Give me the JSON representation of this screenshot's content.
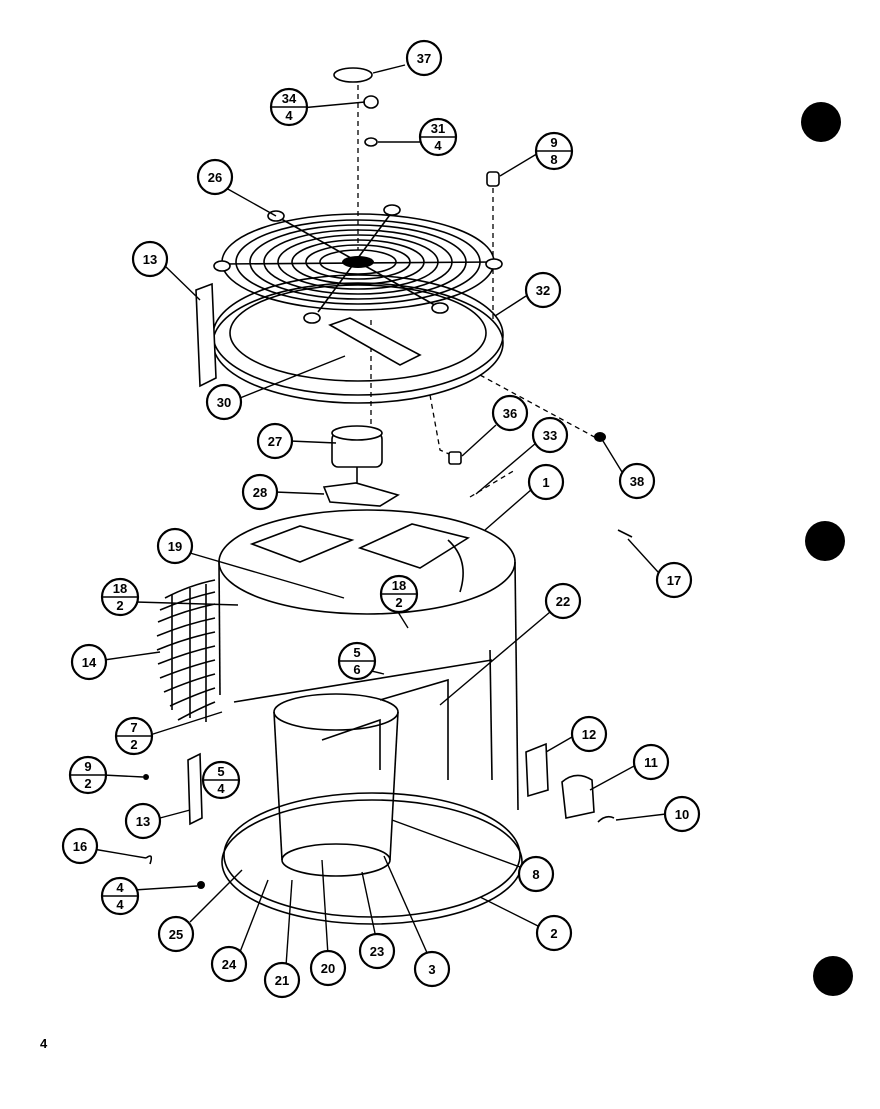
{
  "page_number": "4",
  "callouts": {
    "c37": "37",
    "c34": {
      "top": "34",
      "bottom": "4"
    },
    "c31": {
      "top": "31",
      "bottom": "4"
    },
    "c9_8": {
      "top": "9",
      "bottom": "8"
    },
    "c26": "26",
    "c13a": "13",
    "c32": "32",
    "c30": "30",
    "c36": "36",
    "c33": "33",
    "c38": "38",
    "c27": "27",
    "c28": "28",
    "c1": "1",
    "c19": "19",
    "c18a": {
      "top": "18",
      "bottom": "2"
    },
    "c18b": {
      "top": "18",
      "bottom": "2"
    },
    "c17": "17",
    "c22": "22",
    "c14": "14",
    "c5_6": {
      "top": "5",
      "bottom": "6"
    },
    "c7_2": {
      "top": "7",
      "bottom": "2"
    },
    "c12": "12",
    "c11": "11",
    "c10": "10",
    "c9_2": {
      "top": "9",
      "bottom": "2"
    },
    "c5_4": {
      "top": "5",
      "bottom": "4"
    },
    "c13b": "13",
    "c8": "8",
    "c16": "16",
    "c4_4": {
      "top": "4",
      "bottom": "4"
    },
    "c2": "2",
    "c25": "25",
    "c24": "24",
    "c21": "21",
    "c20": "20",
    "c23": "23",
    "c3": "3"
  }
}
